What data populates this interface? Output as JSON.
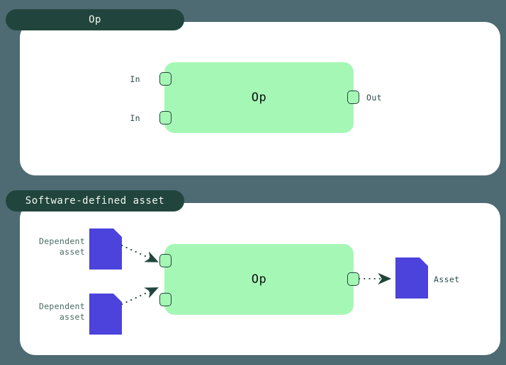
{
  "figure": {
    "background_color": "#4e6a72",
    "panel_color": "#ffffff",
    "tab_color": "#21453c",
    "op_color": "#a5f7b5",
    "asset_color": "#4c42dc",
    "outline_color": "#21453c"
  },
  "panels": [
    {
      "tab_label": "Op",
      "op_label": "Op",
      "ports": {
        "inputs": [
          {
            "label": "In"
          },
          {
            "label": "In"
          }
        ],
        "outputs": [
          {
            "label": "Out"
          }
        ]
      }
    },
    {
      "tab_label": "Software-defined asset",
      "op_label": "Op",
      "assets": {
        "upstream": [
          {
            "label_line_1": "Dependent",
            "label_line_2": "asset",
            "icon": "asset-file-icon"
          },
          {
            "label_line_1": "Dependent",
            "label_line_2": "asset",
            "icon": "asset-file-icon"
          }
        ],
        "downstream": [
          {
            "label": "Asset",
            "icon": "asset-file-icon"
          }
        ]
      }
    }
  ]
}
